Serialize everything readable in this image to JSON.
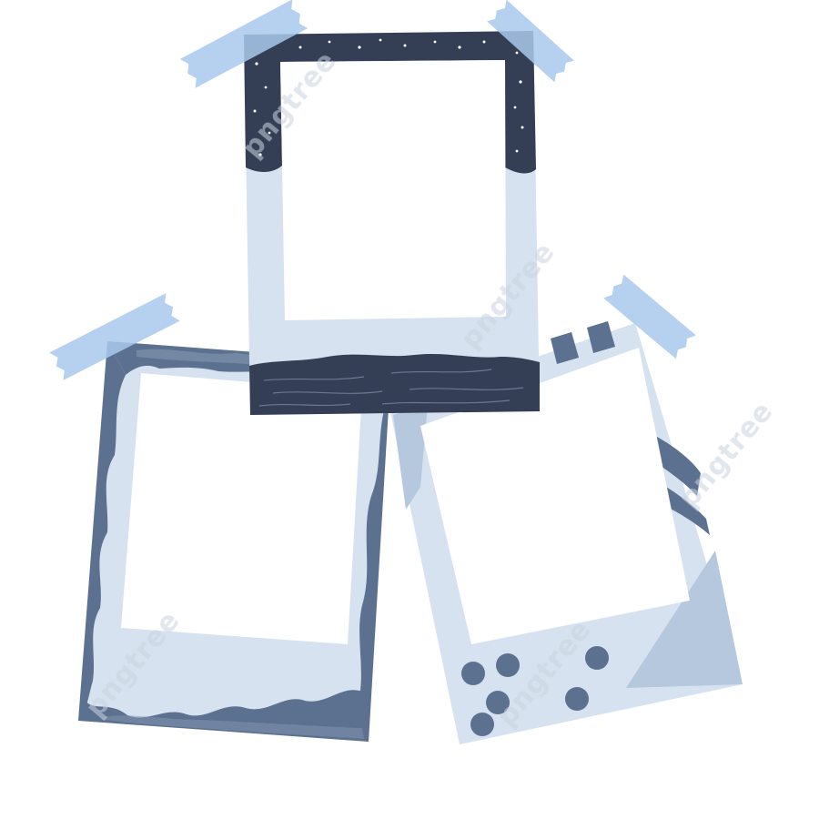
{
  "colors": {
    "background": "#ffffff",
    "frame_light": "#d6e2ef",
    "frame_navy": "#343f55",
    "frame_slate": "#5c7090",
    "frame_slate_light": "#8497b2",
    "frame_pale_blue": "#b6c8de",
    "tape": "#a9c9ec",
    "photo_window": "#ffffff",
    "accent_dots": "#ffffff",
    "watermark": "#c9d3df"
  },
  "icons": {
    "tape": "washi-tape-strip",
    "frame_top": "polaroid-frame-starry-navy",
    "frame_left": "polaroid-frame-cloud-slate",
    "frame_right": "polaroid-frame-dotted-pale-blue"
  },
  "watermark": {
    "text": "pngtree"
  }
}
